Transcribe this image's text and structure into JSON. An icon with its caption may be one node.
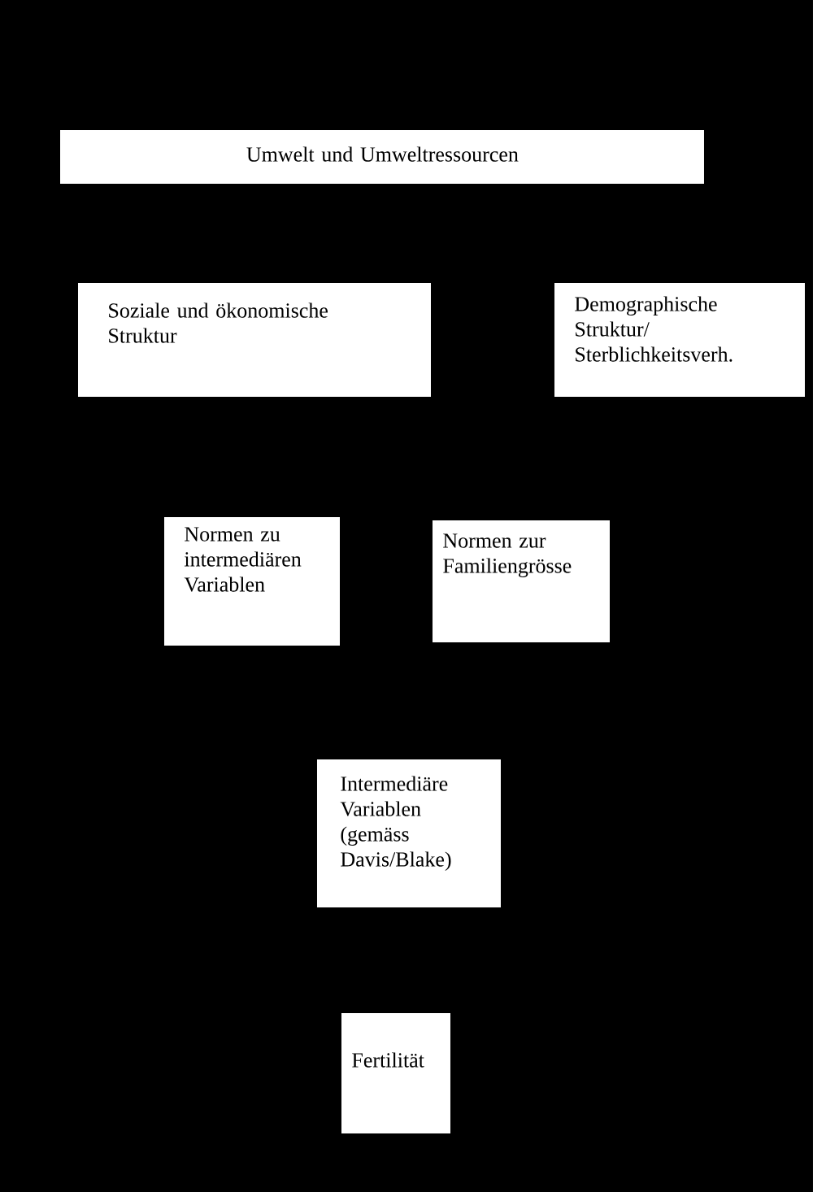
{
  "diagram": {
    "nodes": [
      {
        "text": [
          "Umwelt und Umweltressourcen"
        ]
      },
      {
        "text": [
          "Soziale und ökonomische Struktur"
        ]
      },
      {
        "text": [
          "Demographische Struktur/ Sterblichkeitsverh."
        ]
      },
      {
        "text": [
          "Normen zu intermediären Variablen"
        ]
      },
      {
        "text": [
          "Normen zur Familiengrösse"
        ]
      },
      {
        "text": [
          "Intermediäre Variablen (gemäss Davis/Blake)"
        ]
      },
      {
        "text": [
          "Fertilität"
        ]
      }
    ]
  }
}
